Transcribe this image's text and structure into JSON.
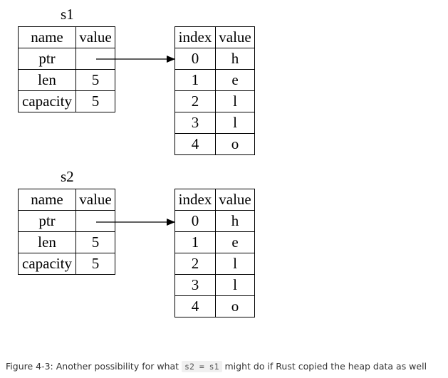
{
  "diagram": {
    "s1": {
      "title": "s1",
      "headers": [
        "name",
        "value"
      ],
      "rows": [
        {
          "name": "ptr",
          "value": ""
        },
        {
          "name": "len",
          "value": "5"
        },
        {
          "name": "capacity",
          "value": "5"
        }
      ]
    },
    "heap1": {
      "headers": [
        "index",
        "value"
      ],
      "rows": [
        {
          "index": "0",
          "value": "h"
        },
        {
          "index": "1",
          "value": "e"
        },
        {
          "index": "2",
          "value": "l"
        },
        {
          "index": "3",
          "value": "l"
        },
        {
          "index": "4",
          "value": "o"
        }
      ]
    },
    "s2": {
      "title": "s2",
      "headers": [
        "name",
        "value"
      ],
      "rows": [
        {
          "name": "ptr",
          "value": ""
        },
        {
          "name": "len",
          "value": "5"
        },
        {
          "name": "capacity",
          "value": "5"
        }
      ]
    },
    "heap2": {
      "headers": [
        "index",
        "value"
      ],
      "rows": [
        {
          "index": "0",
          "value": "h"
        },
        {
          "index": "1",
          "value": "e"
        },
        {
          "index": "2",
          "value": "l"
        },
        {
          "index": "3",
          "value": "l"
        },
        {
          "index": "4",
          "value": "o"
        }
      ]
    }
  },
  "caption": {
    "prefix": "Figure 4-3: Another possibility for what",
    "code": "s2 = s1",
    "suffix": "might do if Rust copied the heap data as well"
  }
}
